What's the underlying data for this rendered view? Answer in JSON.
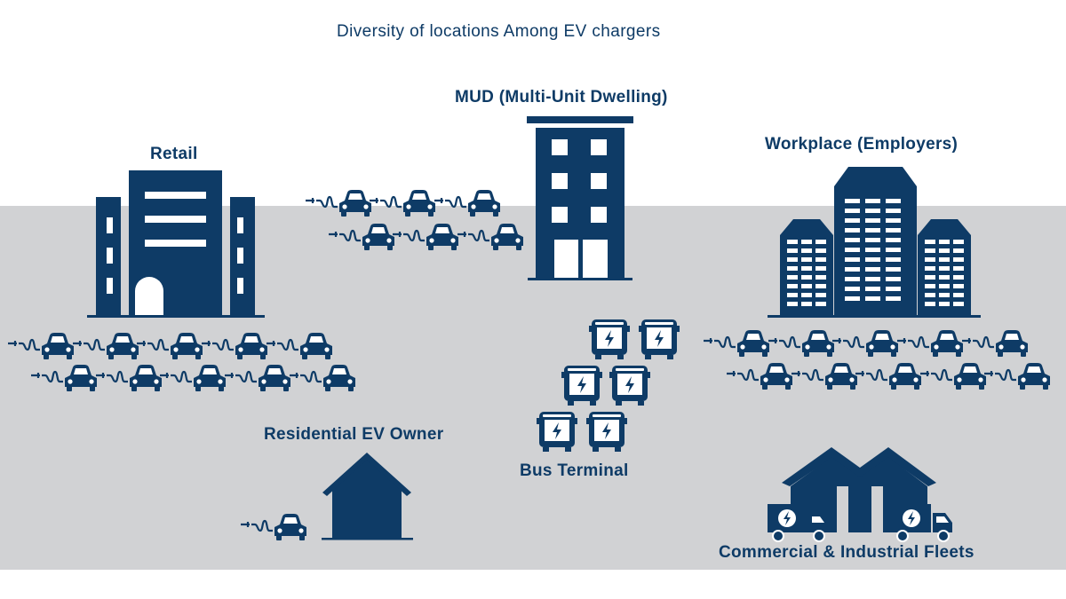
{
  "title": "Diversity of locations Among EV chargers",
  "colors": {
    "navy": "#0e3b66",
    "ground": "#d1d2d4",
    "background": "#ffffff"
  },
  "labels": {
    "retail": "Retail",
    "mud": "MUD (Multi-Unit Dwelling)",
    "workplace": "Workplace (Employers)",
    "residential": "Residential EV Owner",
    "bus_terminal": "Bus Terminal",
    "fleets": "Commercial & Industrial Fleets"
  },
  "icons": {
    "ev_car": "ev-car-with-plug-icon",
    "electric_bus": "electric-bus-icon",
    "delivery_truck": "electric-truck-icon",
    "retail_building": "retail-building-icon",
    "apartment_building": "apartment-building-icon",
    "office_towers": "office-towers-icon",
    "house": "house-icon",
    "warehouse": "warehouse-icon"
  }
}
